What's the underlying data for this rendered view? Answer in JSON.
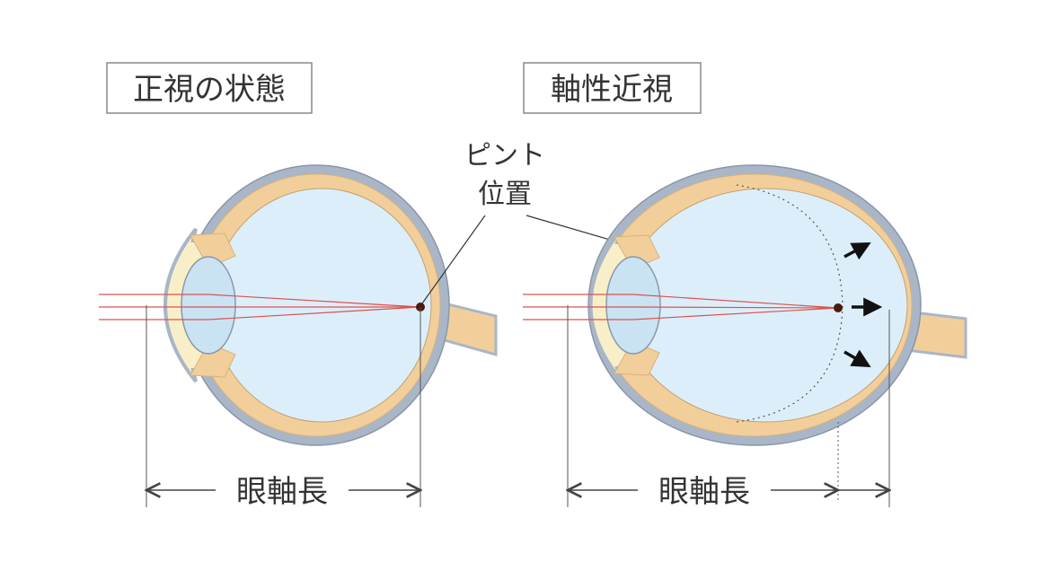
{
  "panels": {
    "left": {
      "title": "正視の状態",
      "axis_label": "眼軸長"
    },
    "right": {
      "title": "軸性近視",
      "axis_label": "眼軸長"
    }
  },
  "focus_callout": {
    "line1": "ピント",
    "line2": "位置"
  },
  "colors": {
    "sclera": "#a9b6c7",
    "choroid": "#f2cf9a",
    "vitreous": "#dceefa",
    "lens": "#c9e3f3",
    "cornea_fill": "#f8efc9",
    "ray": "#d9534f",
    "focus_dot": "#4a1a0a",
    "line": "#444444"
  }
}
